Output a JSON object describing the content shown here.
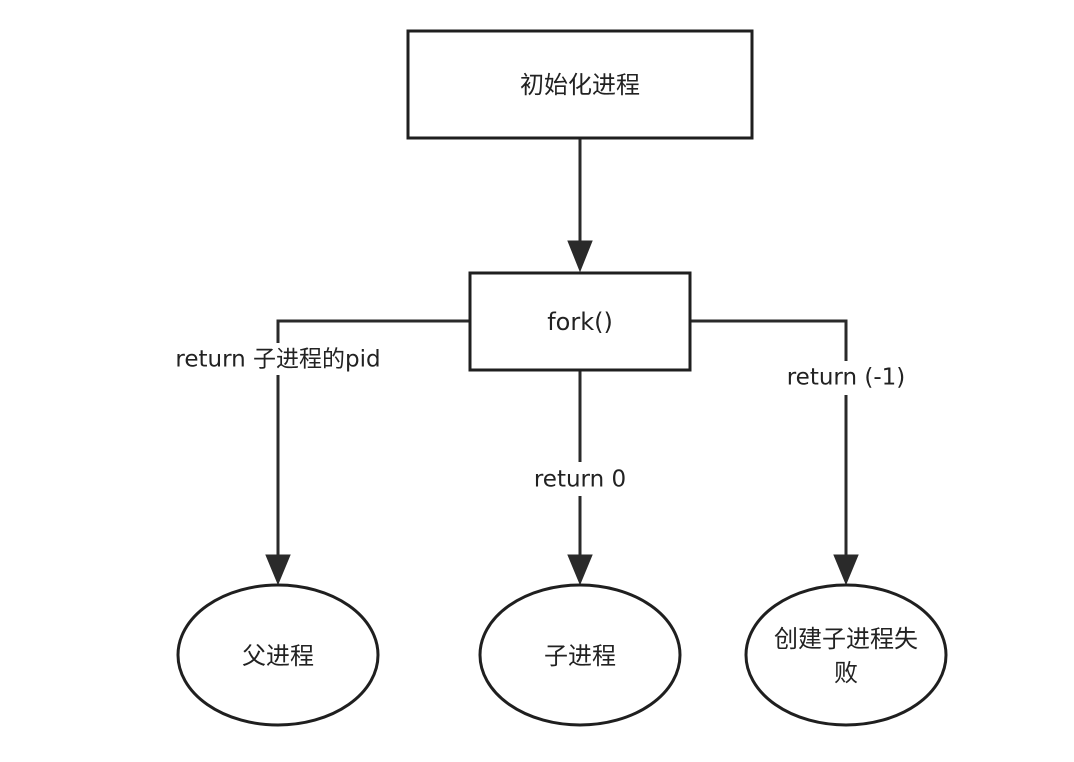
{
  "diagram": {
    "nodes": {
      "init": {
        "label": "初始化进程",
        "shape": "rectangle"
      },
      "fork": {
        "label": "fork()",
        "shape": "rectangle"
      },
      "parent": {
        "label": "父进程",
        "shape": "ellipse"
      },
      "child": {
        "label": "子进程",
        "shape": "ellipse"
      },
      "fail": {
        "label_line1": "创建子进程失",
        "label_line2": "败",
        "shape": "ellipse"
      }
    },
    "edges": {
      "init_to_fork": {
        "label": ""
      },
      "fork_to_parent": {
        "label": "return 子进程的pid"
      },
      "fork_to_child": {
        "label": "return 0"
      },
      "fork_to_fail": {
        "label": "return (-1)"
      }
    },
    "colors": {
      "stroke": "#1f1f1f",
      "text": "#222222",
      "background": "#ffffff"
    }
  }
}
